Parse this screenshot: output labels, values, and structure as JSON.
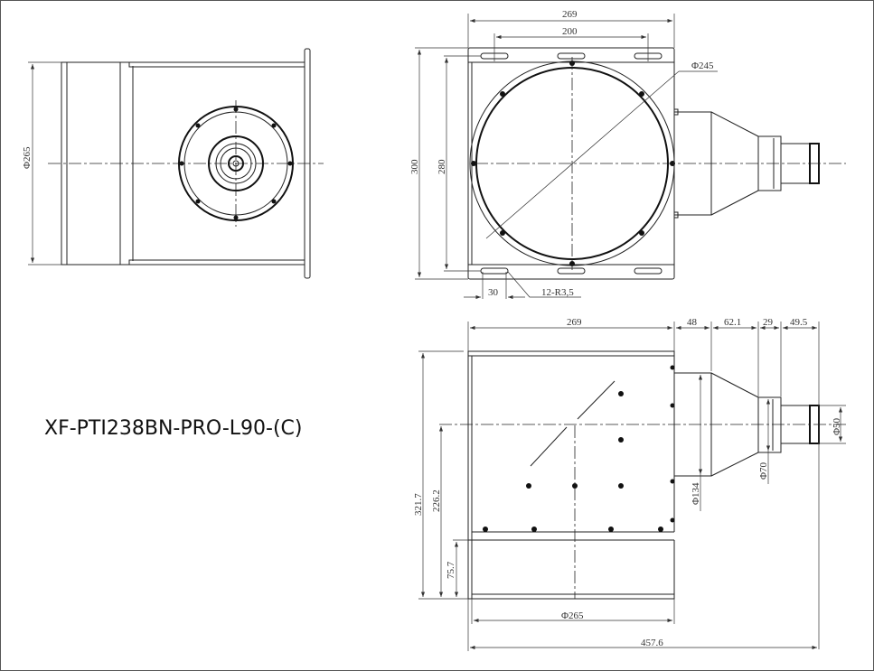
{
  "title": "XF-PTI238BN-PRO-L90-(C)",
  "side_view": {
    "dia_label": "Φ265"
  },
  "front_view": {
    "width_label": "269",
    "slot_span_label": "200",
    "height_label": "300",
    "inner_height_label": "280",
    "ring_dia_label": "Φ245",
    "slot_length_label": "30",
    "slot_spec_label": "12-R3,5"
  },
  "top_view": {
    "body_width_label": "269",
    "seg1_label": "48",
    "seg2_label": "62.1",
    "seg3_label": "29",
    "seg4_label": "49.5",
    "total_height_label": "321.7",
    "axis_height_label": "226.2",
    "base_height_label": "75.7",
    "base_dia_label": "Φ265",
    "total_length_label": "457.6",
    "d134_label": "Φ134",
    "d70_label": "Φ70",
    "d50_label": "Φ50"
  }
}
